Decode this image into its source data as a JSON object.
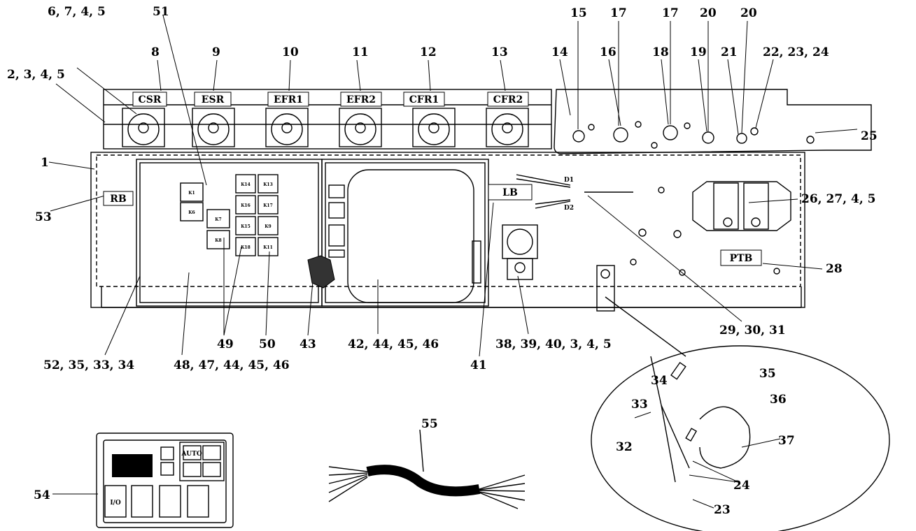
{
  "box_labels": {
    "csr": "CSR",
    "esr": "ESR",
    "efr1": "EFR1",
    "efr2": "EFR2",
    "cfr1": "CFR1",
    "cfr2": "CFR2",
    "rb": "RB",
    "lb": "LB",
    "ptb": "PTB",
    "d1": "D1",
    "d2": "D2"
  },
  "relays": [
    "K14",
    "K13",
    "K16",
    "K17",
    "K15",
    "K9",
    "K18",
    "K11"
  ],
  "small_relays": [
    "K1",
    "K6",
    "K7",
    "K8"
  ],
  "keypad": {
    "auto": "AUTO",
    "on_off": "I/O"
  },
  "callouts": {
    "c6745": "6, 7, 4, 5",
    "c51": "51",
    "c8": "8",
    "c9": "9",
    "c10": "10",
    "c11": "11",
    "c12": "12",
    "c13": "13",
    "c14": "14",
    "c15": "15",
    "c16": "16",
    "c17a": "17",
    "c18": "18",
    "c17b": "17",
    "c19": "19",
    "c20a": "20",
    "c21": "21",
    "c20b": "20",
    "c222324": "22, 23, 24",
    "c2345": "2, 3, 4, 5",
    "c25": "25",
    "c1": "1",
    "c53": "53",
    "c2627": "26, 27, 4, 5",
    "c28": "28",
    "c293031": "29, 30, 31",
    "c49": "49",
    "c50": "50",
    "c43": "43",
    "c42": "42, 44, 45,  46",
    "c38": "38, 39,  40, 3, 4, 5",
    "c41": "41",
    "c52": "52, 35, 33, 34",
    "c48": "48,  47, 44, 45,  46",
    "c35": "35",
    "c34": "34",
    "c36": "36",
    "c33": "33",
    "c37": "37",
    "c32": "32",
    "c24": "24",
    "c23": "23",
    "c55": "55",
    "c54": "54"
  }
}
